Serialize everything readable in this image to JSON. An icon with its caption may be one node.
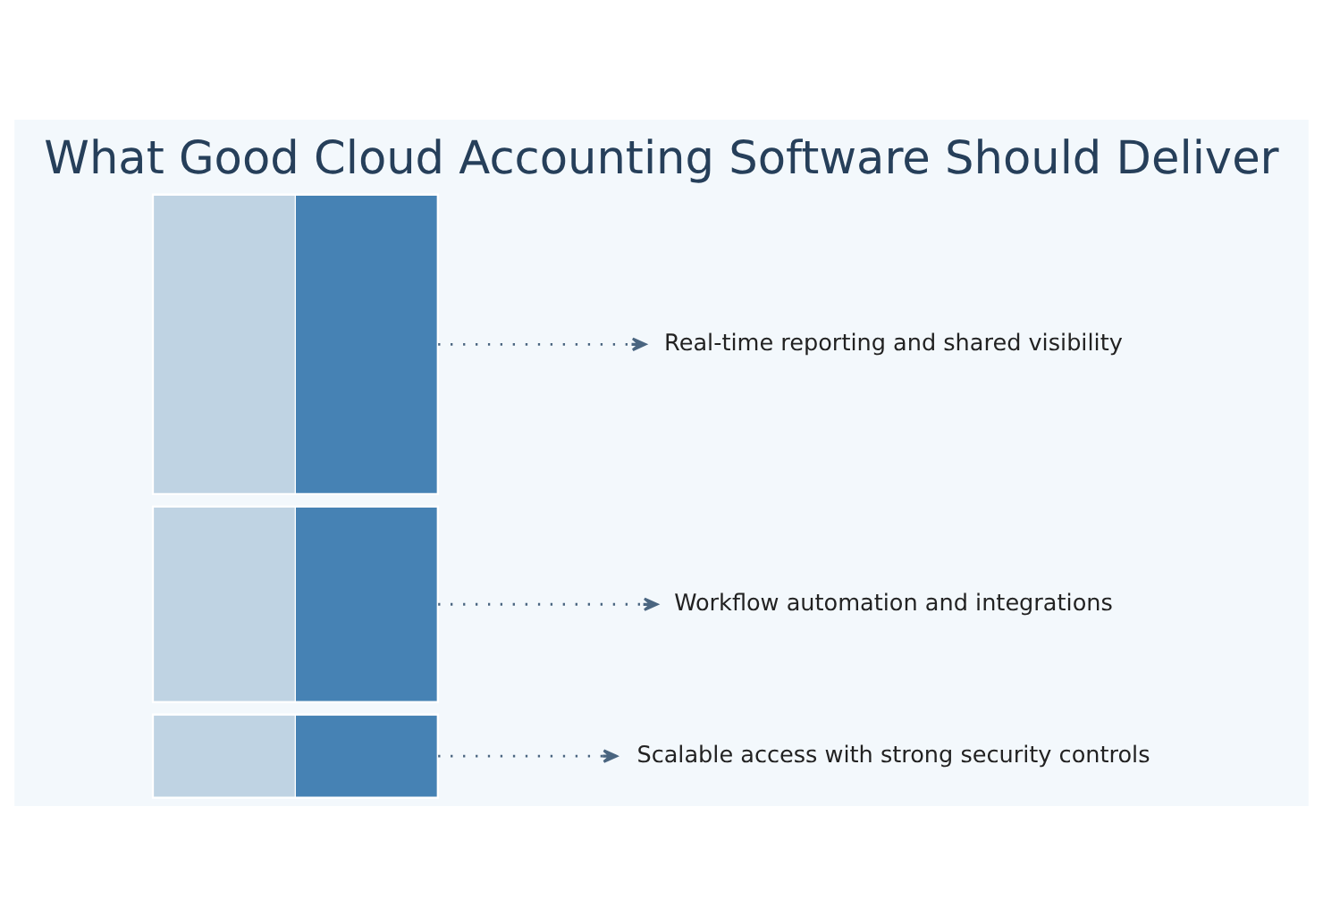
{
  "diagram": {
    "title": "What Good Cloud Accounting Software Should Deliver",
    "nodes": [
      {
        "text": [
          "Real-time reporting and shared visibility"
        ]
      },
      {
        "text": [],
        "shape": "box"
      },
      {
        "text": [
          "Workflow automation and integrations"
        ]
      },
      {
        "text": [],
        "shape": "box"
      },
      {
        "text": [
          "Scalable access with strong security controls"
        ]
      },
      {
        "text": [],
        "shape": "box"
      }
    ],
    "edges": [
      {
        "from": 1,
        "to": 0,
        "arrow": "to",
        "style": "dashed"
      },
      {
        "from": 3,
        "to": 2,
        "arrow": "to",
        "style": "dashed"
      },
      {
        "from": 5,
        "to": 4,
        "arrow": "to",
        "style": "dashed"
      }
    ]
  }
}
